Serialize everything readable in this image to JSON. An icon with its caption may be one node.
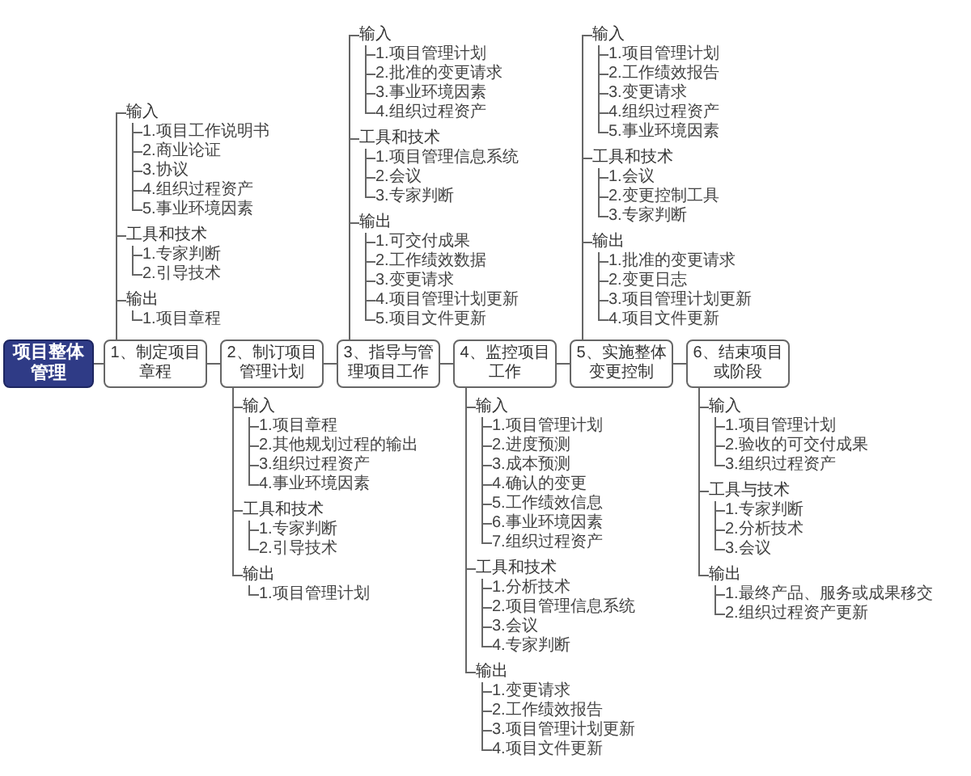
{
  "diagram": {
    "nodes": [
      {
        "text": [
          "项目整体管理"
        ]
      },
      {
        "text": [
          "1、制定项目章程"
        ]
      },
      {
        "text": [
          "2、制订项目管理计划"
        ]
      },
      {
        "text": [
          "3、指导与管理项目工作"
        ]
      },
      {
        "text": [
          "4、监控项目工作"
        ]
      },
      {
        "text": [
          "5、实施整体变更控制"
        ]
      },
      {
        "text": [
          "6、结束项目或阶段"
        ]
      },
      {
        "text": [
          "输入"
        ]
      },
      {
        "text": [
          "1.项目工作说明书"
        ]
      },
      {
        "text": [
          "2.商业论证"
        ]
      },
      {
        "text": [
          "3.协议"
        ]
      },
      {
        "text": [
          "4.组织过程资产"
        ]
      },
      {
        "text": [
          "5.事业环境因素"
        ]
      },
      {
        "text": [
          "工具和技术"
        ]
      },
      {
        "text": [
          "1.专家判断"
        ]
      },
      {
        "text": [
          "2.引导技术"
        ]
      },
      {
        "text": [
          "输出"
        ]
      },
      {
        "text": [
          "1.项目章程"
        ]
      },
      {
        "text": [
          "输入"
        ]
      },
      {
        "text": [
          "1.项目章程"
        ]
      },
      {
        "text": [
          "2.其他规划过程的输出"
        ]
      },
      {
        "text": [
          "3.组织过程资产"
        ]
      },
      {
        "text": [
          "4.事业环境因素"
        ]
      },
      {
        "text": [
          "工具和技术"
        ]
      },
      {
        "text": [
          "1.专家判断"
        ]
      },
      {
        "text": [
          "2.引导技术"
        ]
      },
      {
        "text": [
          "输出"
        ]
      },
      {
        "text": [
          "1.项目管理计划"
        ]
      },
      {
        "text": [
          "输入"
        ]
      },
      {
        "text": [
          "1.项目管理计划"
        ]
      },
      {
        "text": [
          "2.批准的变更请求"
        ]
      },
      {
        "text": [
          "3.事业环境因素"
        ]
      },
      {
        "text": [
          "4.组织过程资产"
        ]
      },
      {
        "text": [
          "工具和技术"
        ]
      },
      {
        "text": [
          "1.项目管理信息系统"
        ]
      },
      {
        "text": [
          "2.会议"
        ]
      },
      {
        "text": [
          "3.专家判断"
        ]
      },
      {
        "text": [
          "输出"
        ]
      },
      {
        "text": [
          "1.可交付成果"
        ]
      },
      {
        "text": [
          "2.工作绩效数据"
        ]
      },
      {
        "text": [
          "3.变更请求"
        ]
      },
      {
        "text": [
          "4.项目管理计划更新"
        ]
      },
      {
        "text": [
          "5.项目文件更新"
        ]
      },
      {
        "text": [
          "输入"
        ]
      },
      {
        "text": [
          "1.项目管理计划"
        ]
      },
      {
        "text": [
          "2.进度预测"
        ]
      },
      {
        "text": [
          "3.成本预测"
        ]
      },
      {
        "text": [
          "4.确认的变更"
        ]
      },
      {
        "text": [
          "5.工作绩效信息"
        ]
      },
      {
        "text": [
          "6.事业环境因素"
        ]
      },
      {
        "text": [
          "7.组织过程资产"
        ]
      },
      {
        "text": [
          "工具和技术"
        ]
      },
      {
        "text": [
          "1.分析技术"
        ]
      },
      {
        "text": [
          "2.项目管理信息系统"
        ]
      },
      {
        "text": [
          "3.会议"
        ]
      },
      {
        "text": [
          "4.专家判断"
        ]
      },
      {
        "text": [
          "输出"
        ]
      },
      {
        "text": [
          "1.变更请求"
        ]
      },
      {
        "text": [
          "2.工作绩效报告"
        ]
      },
      {
        "text": [
          "3.项目管理计划更新"
        ]
      },
      {
        "text": [
          "4.项目文件更新"
        ]
      },
      {
        "text": [
          "输入"
        ]
      },
      {
        "text": [
          "1.项目管理计划"
        ]
      },
      {
        "text": [
          "2.工作绩效报告"
        ]
      },
      {
        "text": [
          "3.变更请求"
        ]
      },
      {
        "text": [
          "4.组织过程资产"
        ]
      },
      {
        "text": [
          "5.事业环境因素"
        ]
      },
      {
        "text": [
          "工具和技术"
        ]
      },
      {
        "text": [
          "1.会议"
        ]
      },
      {
        "text": [
          "2.变更控制工具"
        ]
      },
      {
        "text": [
          "3.专家判断"
        ]
      },
      {
        "text": [
          "输出"
        ]
      },
      {
        "text": [
          "1.批准的变更请求"
        ]
      },
      {
        "text": [
          "2.变更日志"
        ]
      },
      {
        "text": [
          "3.项目管理计划更新"
        ]
      },
      {
        "text": [
          "4.项目文件更新"
        ]
      },
      {
        "text": [
          "输入"
        ]
      },
      {
        "text": [
          "1.项目管理计划"
        ]
      },
      {
        "text": [
          "2.验收的可交付成果"
        ]
      },
      {
        "text": [
          "3.组织过程资产"
        ]
      },
      {
        "text": [
          "工具与技术"
        ]
      },
      {
        "text": [
          "1.专家判断"
        ]
      },
      {
        "text": [
          "2.分析技术"
        ]
      },
      {
        "text": [
          "3.会议"
        ]
      },
      {
        "text": [
          "输出"
        ]
      },
      {
        "text": [
          "1.最终产品、服务或成果移交"
        ]
      },
      {
        "text": [
          "2.组织过程资产更新"
        ]
      }
    ],
    "edges": [
      {
        "from": 0,
        "to": 1,
        "arrow": "none"
      },
      {
        "from": 1,
        "to": 2,
        "arrow": "none"
      },
      {
        "from": 2,
        "to": 3,
        "arrow": "none"
      },
      {
        "from": 3,
        "to": 4,
        "arrow": "none"
      },
      {
        "from": 4,
        "to": 5,
        "arrow": "none"
      },
      {
        "from": 5,
        "to": 6,
        "arrow": "none"
      },
      {
        "from": 1,
        "to": 7,
        "arrow": "none"
      },
      {
        "from": 7,
        "to": 8,
        "arrow": "none"
      },
      {
        "from": 7,
        "to": 9,
        "arrow": "none"
      },
      {
        "from": 7,
        "to": 10,
        "arrow": "none"
      },
      {
        "from": 7,
        "to": 11,
        "arrow": "none"
      },
      {
        "from": 7,
        "to": 12,
        "arrow": "none"
      },
      {
        "from": 1,
        "to": 13,
        "arrow": "none"
      },
      {
        "from": 13,
        "to": 14,
        "arrow": "none"
      },
      {
        "from": 13,
        "to": 15,
        "arrow": "none"
      },
      {
        "from": 1,
        "to": 16,
        "arrow": "none"
      },
      {
        "from": 16,
        "to": 17,
        "arrow": "none"
      },
      {
        "from": 2,
        "to": 18,
        "arrow": "none"
      },
      {
        "from": 18,
        "to": 19,
        "arrow": "none"
      },
      {
        "from": 18,
        "to": 20,
        "arrow": "none"
      },
      {
        "from": 18,
        "to": 21,
        "arrow": "none"
      },
      {
        "from": 18,
        "to": 22,
        "arrow": "none"
      },
      {
        "from": 2,
        "to": 23,
        "arrow": "none"
      },
      {
        "from": 23,
        "to": 24,
        "arrow": "none"
      },
      {
        "from": 23,
        "to": 25,
        "arrow": "none"
      },
      {
        "from": 2,
        "to": 26,
        "arrow": "none"
      },
      {
        "from": 26,
        "to": 27,
        "arrow": "none"
      },
      {
        "from": 3,
        "to": 28,
        "arrow": "none"
      },
      {
        "from": 28,
        "to": 29,
        "arrow": "none"
      },
      {
        "from": 28,
        "to": 30,
        "arrow": "none"
      },
      {
        "from": 28,
        "to": 31,
        "arrow": "none"
      },
      {
        "from": 28,
        "to": 32,
        "arrow": "none"
      },
      {
        "from": 3,
        "to": 33,
        "arrow": "none"
      },
      {
        "from": 33,
        "to": 34,
        "arrow": "none"
      },
      {
        "from": 33,
        "to": 35,
        "arrow": "none"
      },
      {
        "from": 33,
        "to": 36,
        "arrow": "none"
      },
      {
        "from": 3,
        "to": 37,
        "arrow": "none"
      },
      {
        "from": 37,
        "to": 38,
        "arrow": "none"
      },
      {
        "from": 37,
        "to": 39,
        "arrow": "none"
      },
      {
        "from": 37,
        "to": 40,
        "arrow": "none"
      },
      {
        "from": 37,
        "to": 41,
        "arrow": "none"
      },
      {
        "from": 37,
        "to": 42,
        "arrow": "none"
      },
      {
        "from": 4,
        "to": 43,
        "arrow": "none"
      },
      {
        "from": 43,
        "to": 44,
        "arrow": "none"
      },
      {
        "from": 43,
        "to": 45,
        "arrow": "none"
      },
      {
        "from": 43,
        "to": 46,
        "arrow": "none"
      },
      {
        "from": 43,
        "to": 47,
        "arrow": "none"
      },
      {
        "from": 43,
        "to": 48,
        "arrow": "none"
      },
      {
        "from": 43,
        "to": 49,
        "arrow": "none"
      },
      {
        "from": 43,
        "to": 50,
        "arrow": "none"
      },
      {
        "from": 4,
        "to": 51,
        "arrow": "none"
      },
      {
        "from": 51,
        "to": 52,
        "arrow": "none"
      },
      {
        "from": 51,
        "to": 53,
        "arrow": "none"
      },
      {
        "from": 51,
        "to": 54,
        "arrow": "none"
      },
      {
        "from": 51,
        "to": 55,
        "arrow": "none"
      },
      {
        "from": 4,
        "to": 56,
        "arrow": "none"
      },
      {
        "from": 56,
        "to": 57,
        "arrow": "none"
      },
      {
        "from": 56,
        "to": 58,
        "arrow": "none"
      },
      {
        "from": 56,
        "to": 59,
        "arrow": "none"
      },
      {
        "from": 56,
        "to": 60,
        "arrow": "none"
      },
      {
        "from": 5,
        "to": 61,
        "arrow": "none"
      },
      {
        "from": 61,
        "to": 62,
        "arrow": "none"
      },
      {
        "from": 61,
        "to": 63,
        "arrow": "none"
      },
      {
        "from": 61,
        "to": 64,
        "arrow": "none"
      },
      {
        "from": 61,
        "to": 65,
        "arrow": "none"
      },
      {
        "from": 61,
        "to": 66,
        "arrow": "none"
      },
      {
        "from": 5,
        "to": 67,
        "arrow": "none"
      },
      {
        "from": 67,
        "to": 68,
        "arrow": "none"
      },
      {
        "from": 67,
        "to": 69,
        "arrow": "none"
      },
      {
        "from": 67,
        "to": 70,
        "arrow": "none"
      },
      {
        "from": 5,
        "to": 71,
        "arrow": "none"
      },
      {
        "from": 71,
        "to": 72,
        "arrow": "none"
      },
      {
        "from": 71,
        "to": 73,
        "arrow": "none"
      },
      {
        "from": 71,
        "to": 74,
        "arrow": "none"
      },
      {
        "from": 71,
        "to": 75,
        "arrow": "none"
      },
      {
        "from": 6,
        "to": 76,
        "arrow": "none"
      },
      {
        "from": 76,
        "to": 77,
        "arrow": "none"
      },
      {
        "from": 76,
        "to": 78,
        "arrow": "none"
      },
      {
        "from": 76,
        "to": 79,
        "arrow": "none"
      },
      {
        "from": 6,
        "to": 80,
        "arrow": "none"
      },
      {
        "from": 80,
        "to": 81,
        "arrow": "none"
      },
      {
        "from": 80,
        "to": 82,
        "arrow": "none"
      },
      {
        "from": 80,
        "to": 83,
        "arrow": "none"
      },
      {
        "from": 6,
        "to": 84,
        "arrow": "none"
      },
      {
        "from": 84,
        "to": 85,
        "arrow": "none"
      },
      {
        "from": 84,
        "to": 86,
        "arrow": "none"
      }
    ]
  }
}
